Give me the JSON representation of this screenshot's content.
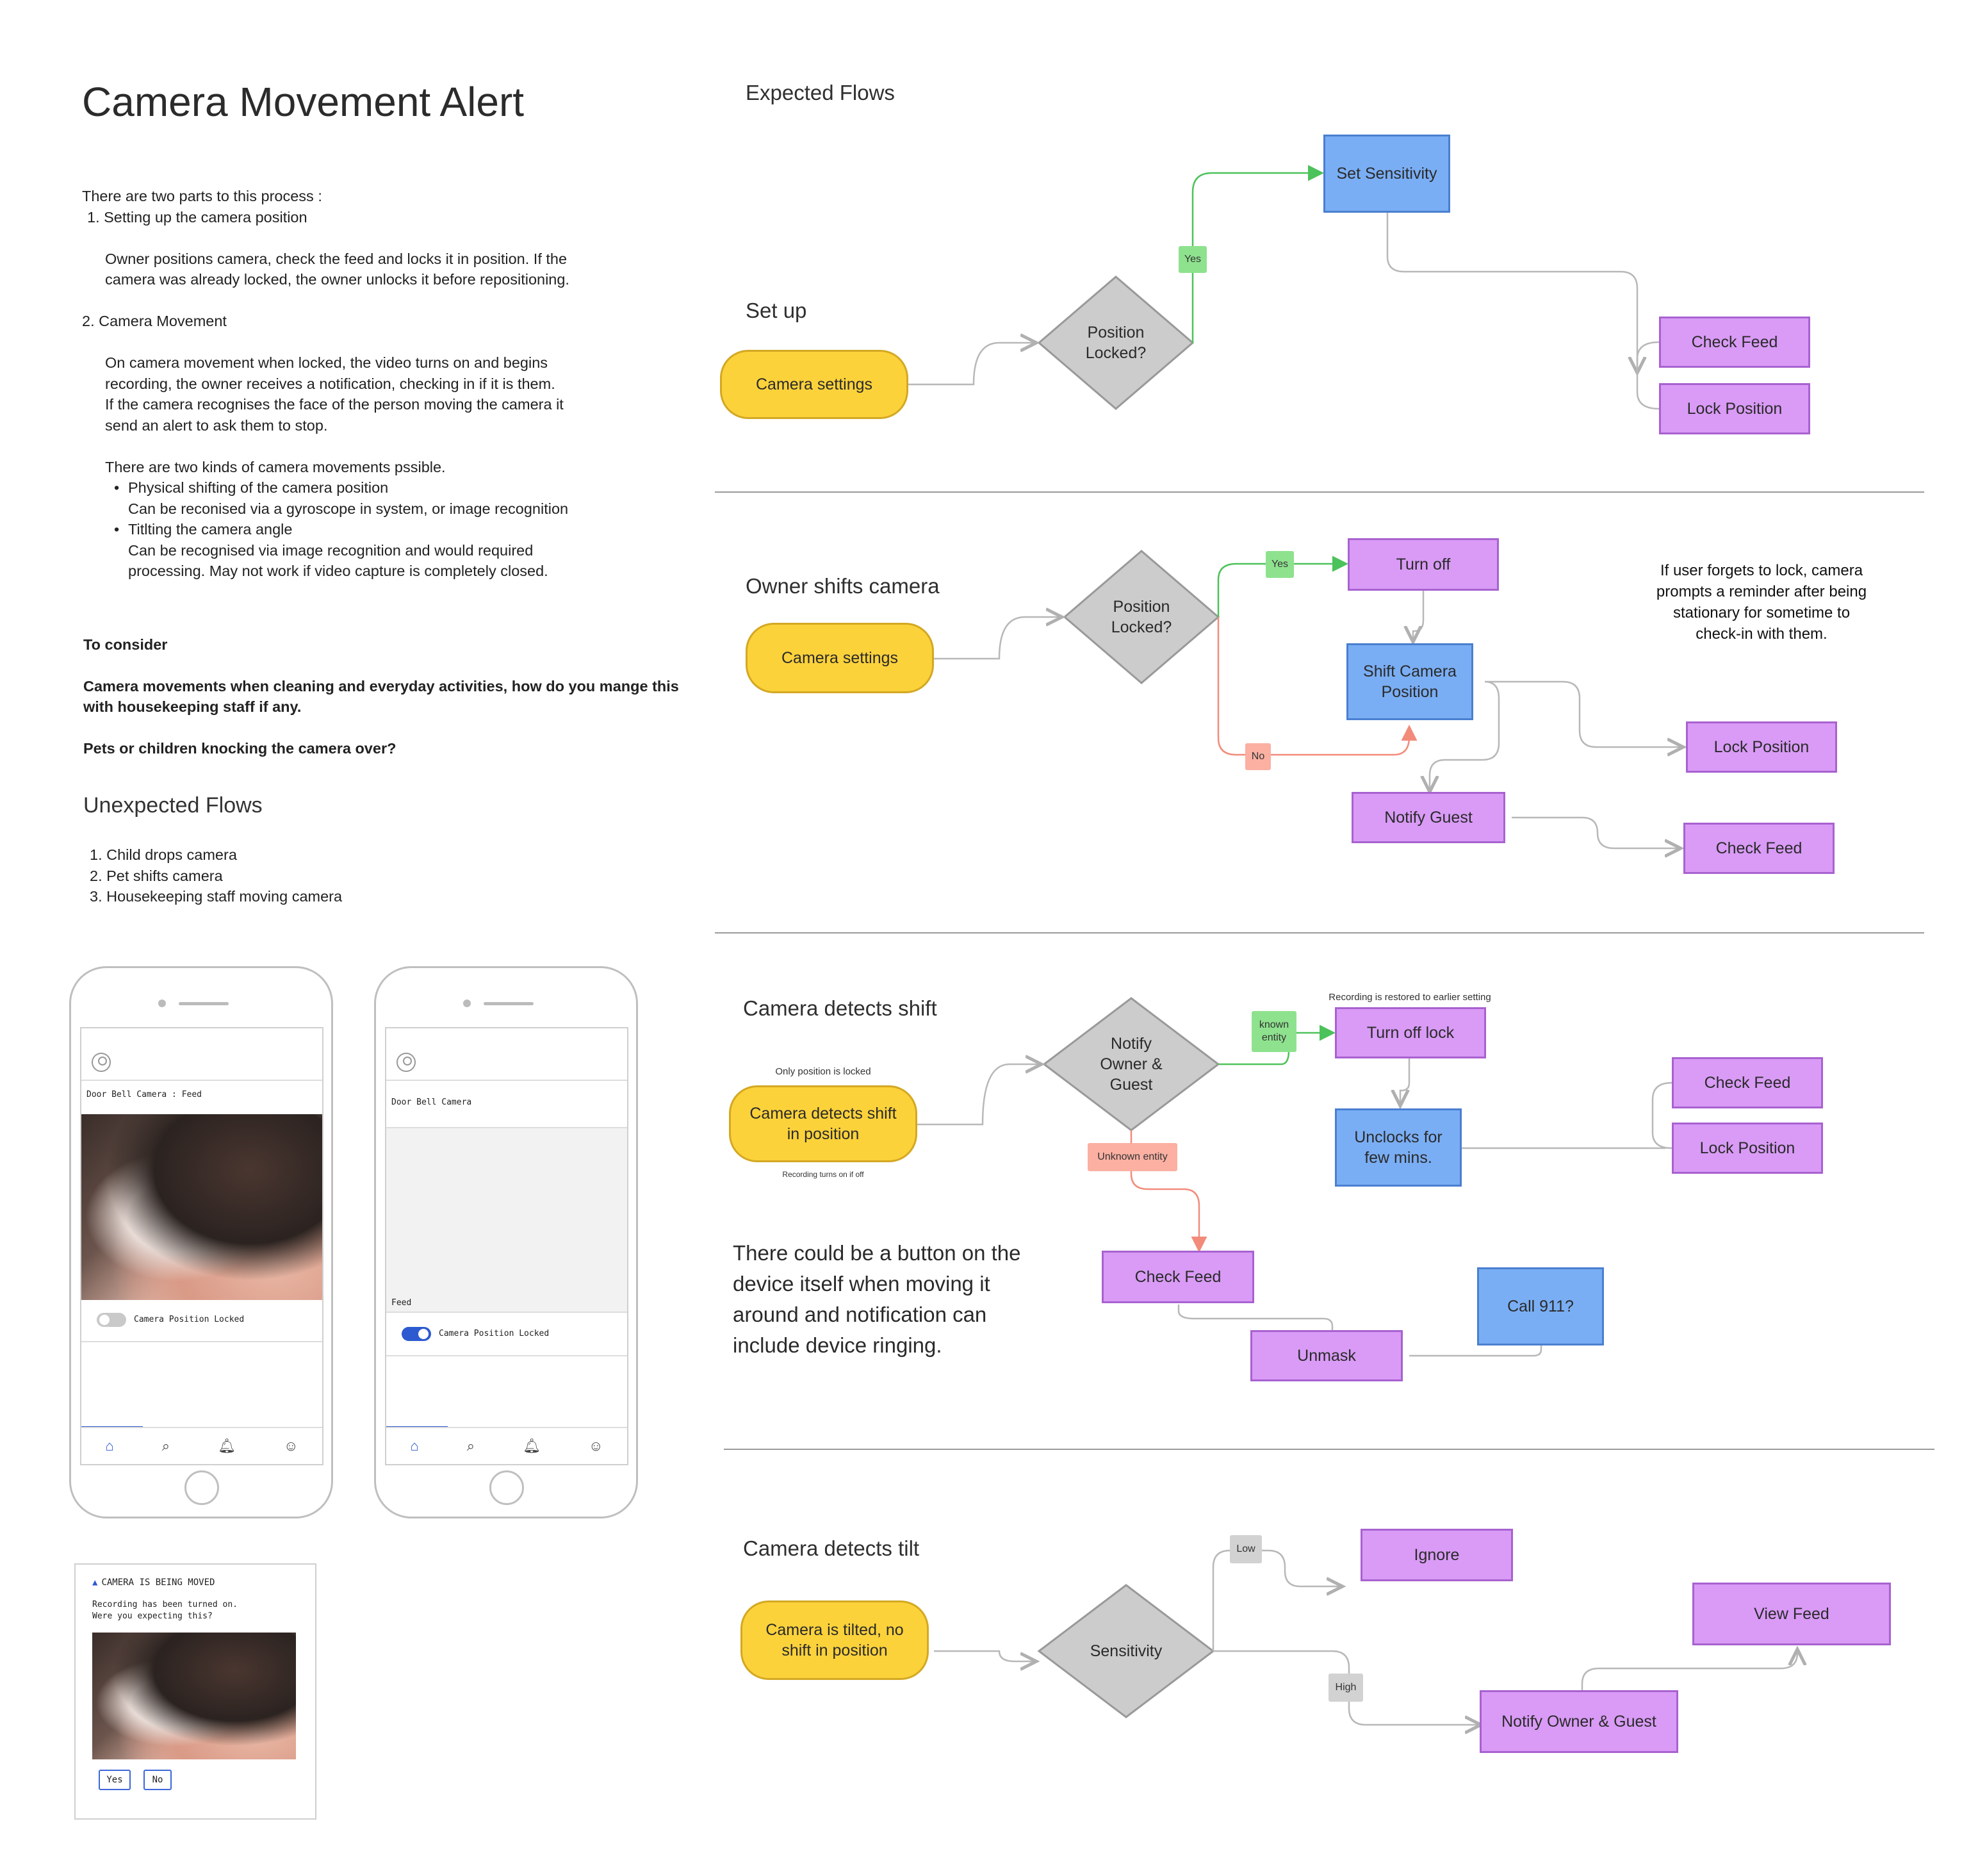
{
  "title": "Camera Movement Alert",
  "intro": {
    "l1": "There are two parts to this process :",
    "l2": "1.  Setting up the camera position",
    "l3": "Owner positions camera, check the feed and locks it in position. If the",
    "l4": "camera was already locked, the owner unlocks it before repositioning.",
    "l5": "2. Camera Movement",
    "l6": "On camera movement when locked, the video turns on and begins",
    "l7": "recording, the owner receives a notification, checking in if it is them.",
    "l8": "If the camera recognises the face of the person moving the camera it",
    "l9": "send an alert to ask them to stop.",
    "l10": "There are two kinds of camera movements pssible.",
    "l11": "Physical shifting of the camera position",
    "l12": "Can be reconised via a gyroscope in system, or image recognition",
    "l13": "Titlting the camera angle",
    "l14": "Can be recognised via image recognition and would required",
    "l15": "processing. May not work if video capture is completely closed."
  },
  "consider": {
    "heading": "To consider",
    "q1a": "Camera movements when cleaning and everyday activities, how do you mange this",
    "q1b": "with housekeeping staff if any.",
    "q2": "Pets or children knocking the camera over?"
  },
  "unexpected": {
    "title": "Unexpected Flows",
    "items": [
      "1.  Child drops camera",
      "2.  Pet shifts camera",
      "3.  Housekeeping staff moving camera"
    ]
  },
  "sections": {
    "expected": "Expected Flows",
    "setup": "Set up",
    "owner": "Owner shifts camera",
    "detects_shift": "Camera detects shift",
    "detects_tilt": "Camera detects tilt"
  },
  "setup_flow": {
    "start": "Camera settings",
    "decision": "Position\nLocked?",
    "yes": "Yes",
    "set_sensitivity": "Set Sensitivity",
    "check_feed": "Check Feed",
    "lock_position": "Lock Position"
  },
  "owner_flow": {
    "start": "Camera settings",
    "decision": "Position\nLocked?",
    "yes": "Yes",
    "no": "No",
    "turn_off": "Turn off",
    "shift": "Shift Camera\nPosition",
    "notify_guest": "Notify Guest",
    "lock_position": "Lock Position",
    "check_feed": "Check Feed",
    "note": "If user forgets to lock, camera\nprompts a reminder after being\nstationary for sometime to\ncheck-in with them."
  },
  "shift_flow": {
    "start": "Camera detects shift\nin position",
    "note_top": "Only position is locked",
    "note_bottom": "Recording turns on if off",
    "decision": "Notify\nOwner &\nGuest",
    "known": "known\nentity",
    "unknown": "Unknown entity",
    "restored_note": "Recording is restored to earlier setting",
    "turn_off_lock": "Turn off lock",
    "unlocks": "Unclocks for\nfew mins.",
    "check_feed_r": "Check Feed",
    "lock_position": "Lock Position",
    "check_feed": "Check Feed",
    "unmask": "Unmask",
    "call": "Call 911?",
    "big_note": "There could be a button on the\ndevice itself when moving it\naround and notification can\ninclude device ringing."
  },
  "tilt_flow": {
    "start": "Camera is tilted, no\nshift in position",
    "decision": "Sensitivity",
    "low": "Low",
    "high": "High",
    "ignore": "Ignore",
    "notify": "Notify Owner & Guest",
    "view_feed": "View Feed"
  },
  "phone1": {
    "header": "Door Bell Camera : Feed",
    "toggle_label": "Camera Position Locked",
    "toggle_on": false
  },
  "phone2": {
    "header": "Door Bell Camera",
    "feed_label": "Feed",
    "toggle_label": "Camera Position Locked",
    "toggle_on": true
  },
  "alert": {
    "title": "CAMERA IS BEING MOVED",
    "line1": "Recording has been turned on.",
    "line2": "Were you expecting this?",
    "yes": "Yes",
    "no": "No"
  },
  "icons": {
    "home": "home-icon",
    "search": "search-icon",
    "bell": "bell-icon",
    "profile": "profile-icon",
    "warning": "warning-icon"
  },
  "colors": {
    "start_node": "#fcd23b",
    "blue_node": "#7aaef4",
    "purple_node": "#d99bf6",
    "decision": "#cccccc",
    "yes_arrow": "#4cc25a",
    "no_arrow": "#f28b7a",
    "neutral_arrow": "#b8b8b8",
    "toggle_on": "#2d5ad0"
  }
}
